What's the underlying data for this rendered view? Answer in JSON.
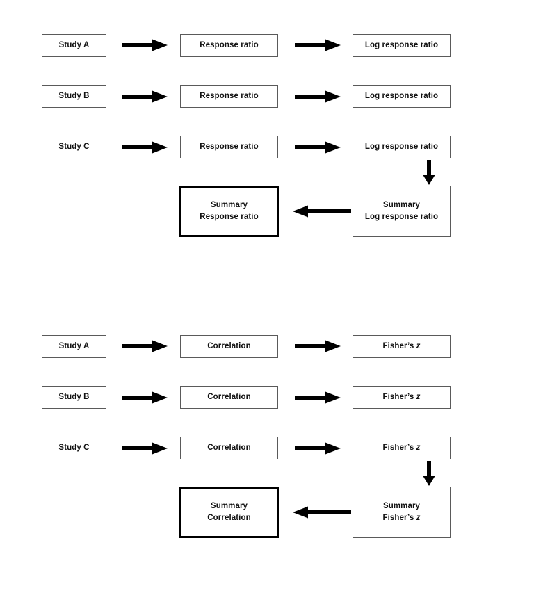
{
  "figure": {
    "background_color": "#ffffff",
    "box_border_color": "#5a5a5a",
    "emphasis_border_color": "#000000",
    "arrow_color": "#000000",
    "text_color": "#111111"
  },
  "diagram_top": {
    "name": "response-ratio-flow",
    "rows": [
      {
        "study": "Study A",
        "effect": "Response ratio",
        "transformed": "Log response ratio"
      },
      {
        "study": "Study B",
        "effect": "Response ratio",
        "transformed": "Log response ratio"
      },
      {
        "study": "Study C",
        "effect": "Response ratio",
        "transformed": "Log response ratio"
      }
    ],
    "summary_transformed": {
      "line1": "Summary",
      "line2": "Log response ratio"
    },
    "summary_effect": {
      "line1": "Summary",
      "line2": "Response ratio"
    }
  },
  "diagram_bottom": {
    "name": "correlation-flow",
    "rows": [
      {
        "study": "Study A",
        "effect": "Correlation",
        "transformed_prefix": "Fisher’s ",
        "transformed_symbol": "z"
      },
      {
        "study": "Study B",
        "effect": "Correlation",
        "transformed_prefix": "Fisher’s ",
        "transformed_symbol": "z"
      },
      {
        "study": "Study C",
        "effect": "Correlation",
        "transformed_prefix": "Fisher’s ",
        "transformed_symbol": "z"
      }
    ],
    "summary_transformed": {
      "line1": "Summary",
      "line2_prefix": "Fisher’s ",
      "line2_symbol": "z"
    },
    "summary_effect": {
      "line1": "Summary",
      "line2": "Correlation"
    }
  },
  "arrows": {
    "right_arrow_icon": "arrow-right",
    "left_arrow_icon": "arrow-left",
    "down_arrow_icon": "arrow-down"
  }
}
